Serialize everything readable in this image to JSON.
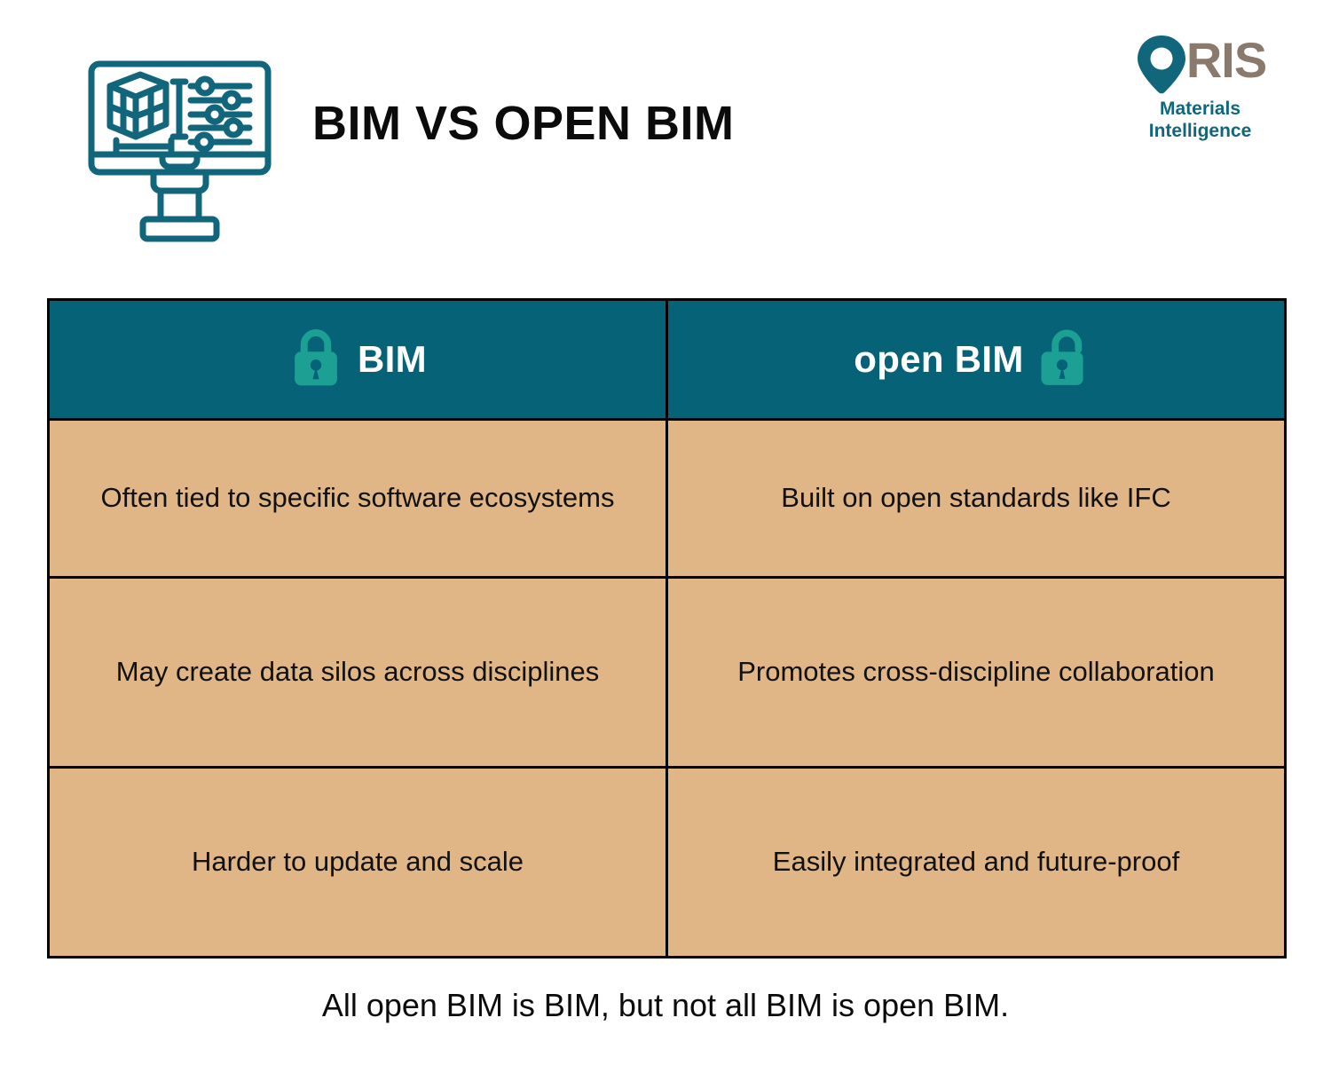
{
  "header": {
    "title": "BIM VS OPEN BIM",
    "icon_name": "bim-monitor-icon"
  },
  "brand": {
    "wordmark_o": "O",
    "wordmark_rest": "RIS",
    "tagline_line1": "Materials",
    "tagline_line2": "Intelligence",
    "pin_color": "#11667c",
    "wordmark_color": "#8a7a6d",
    "tagline_color": "#11667c"
  },
  "table": {
    "columns": [
      {
        "label": "BIM",
        "icon": "closed-padlock-icon",
        "icon_position": "before"
      },
      {
        "label": "open BIM",
        "icon": "open-padlock-icon",
        "icon_position": "after"
      }
    ],
    "rows": [
      {
        "bim": "Often tied to specific software ecosystems",
        "open_bim": "Built on open standards like IFC"
      },
      {
        "bim": "May create data silos across disciplines",
        "open_bim": "Promotes cross-discipline collaboration"
      },
      {
        "bim": "Harder to update and scale",
        "open_bim": "Easily integrated and future-proof"
      }
    ],
    "header_bg": "#066276",
    "header_text_color": "#ffffff",
    "cell_bg": "#e0b687",
    "cell_text_color": "#111111",
    "border_color": "#000000",
    "lock_icon_color": "#1ba093"
  },
  "footer": {
    "note": "All open BIM is BIM, but not all BIM is open BIM."
  }
}
